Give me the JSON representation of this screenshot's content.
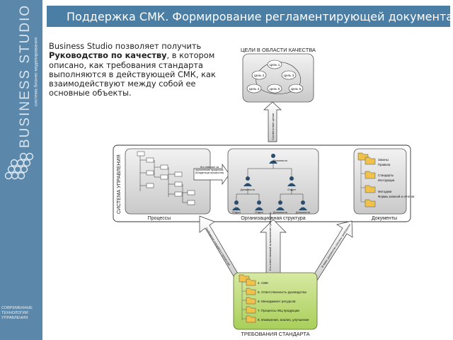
{
  "sidebar": {
    "brand_name": "BUSINESS STUDIO",
    "brand_sub": "система бизнес-моделирования",
    "bottom_logo": [
      "СОВРЕМЕННЫЕ",
      "ТЕХНОЛОГИИ",
      "УПРАВЛЕНИЯ"
    ]
  },
  "header": {
    "title": "Поддержка СМК. Формирование регламентирующей документации"
  },
  "intro": {
    "part1": "Business Studio позволяет получить",
    "bold": "Руководство по качеству",
    "part2": ", в котором описано, как требования стандарта выполняются в действующей СМК, как взаимодействуют между собой ее основные объекты."
  },
  "diagram": {
    "goals_title": "ЦЕЛИ В ОБЛАСТИ КАЧЕСТВА",
    "goals": [
      "Цель 1",
      "Цель 2",
      "Цель 3",
      "Цель 4",
      "Цель 5",
      "Цель 6"
    ],
    "system_label": "СИСТЕМА УПРАВЛЕНИЯ",
    "processes_label": "Процессы",
    "orgstructure_label": "Организационная структура",
    "documents_label": "Документы",
    "who_executes": "Кто отвечает за выполнение процессов (Владельцы процессов)",
    "position_top": "Должность",
    "positions_mid": [
      "Должность",
      "Отдел"
    ],
    "positions_bottom": [
      "Отдел",
      "Отдел",
      "Должность",
      "Должность"
    ],
    "documents": [
      "Законы",
      "Правила",
      "Стандарты",
      "Инструкции",
      "Методики",
      "Формы записей и отчетов"
    ],
    "requirements_title": "ТРЕБОВАНИЯ СТАНДАРТА",
    "requirements": [
      "4. СМК",
      "5. Ответственность руководства",
      "6. Менеджмент ресурсов",
      "7. Процессы ЖЦ продукции",
      "8. Измерение, анализ, улучшение"
    ],
    "arrow_labels": {
      "goals": "Соответствие целям",
      "left": "Требования стандарта к процессам",
      "middle": "Кто ответственный за выполнение требования",
      "right": "В каких документах описаны требования"
    }
  }
}
